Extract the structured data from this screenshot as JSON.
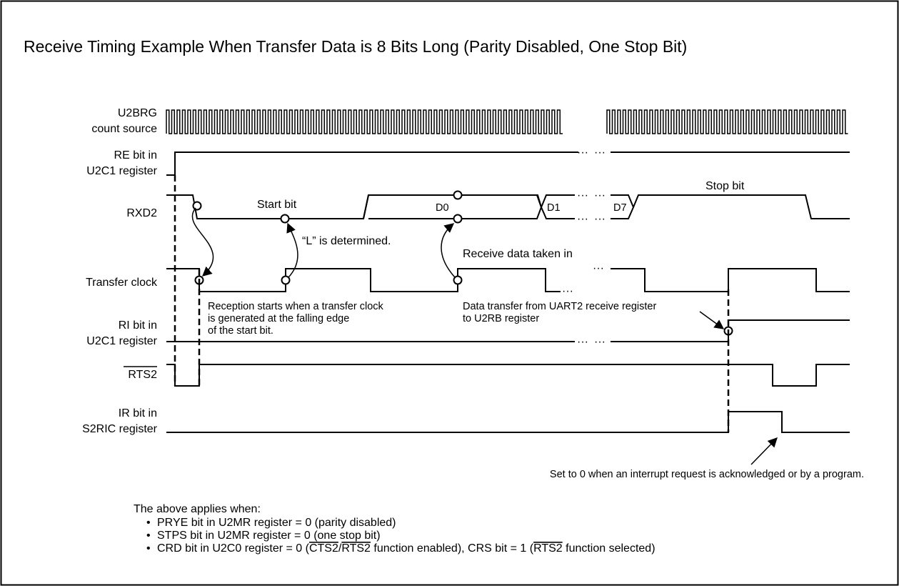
{
  "title": "Receive Timing Example When Transfer Data is 8 Bits Long (Parity Disabled, One Stop Bit)",
  "signals": {
    "u2brg_line1": "U2BRG",
    "u2brg_line2": "count source",
    "re_line1": "RE bit in",
    "re_line2": "U2C1 register",
    "rxd2": "RXD2",
    "transfer_clock": "Transfer clock",
    "ri_line1": "RI bit in",
    "ri_line2": "U2C1 register",
    "rts2": "RTS2",
    "ir_line1": "IR bit in",
    "ir_line2": "S2RIC register"
  },
  "data_labels": {
    "start_bit": "Start bit",
    "d0": "D0",
    "d1": "D1",
    "d7": "D7",
    "stop_bit": "Stop bit"
  },
  "annotations": {
    "l_determined": "“L” is determined.",
    "receive_data_taken": "Receive data taken in",
    "reception_line1": "Reception starts when a transfer clock",
    "reception_line2": "is generated at the falling edge",
    "reception_line3": "of the start bit.",
    "data_transfer_line1": "Data transfer from UART2 receive register",
    "data_transfer_line2": "to U2RB register",
    "set_to_zero": "Set to 0 when an interrupt request is acknowledged or by a program."
  },
  "conditions": {
    "heading": "The above applies when:",
    "bullet_symbol": "•",
    "item1": "PRYE bit in U2MR register = 0 (parity disabled)",
    "item2": "STPS bit in U2MR register = 0 (one stop bit)",
    "item3_part1": "CRD bit in U2C0 register = 0 (",
    "item3_ovl1": "CTS2",
    "item3_part2": "/",
    "item3_ovl2": "RTS2",
    "item3_part3": " function enabled), CRS bit = 1 (",
    "item3_ovl3": "RTS2",
    "item3_part4": " function selected)"
  },
  "colors": {
    "ink": "#000000",
    "background": "#ffffff"
  }
}
